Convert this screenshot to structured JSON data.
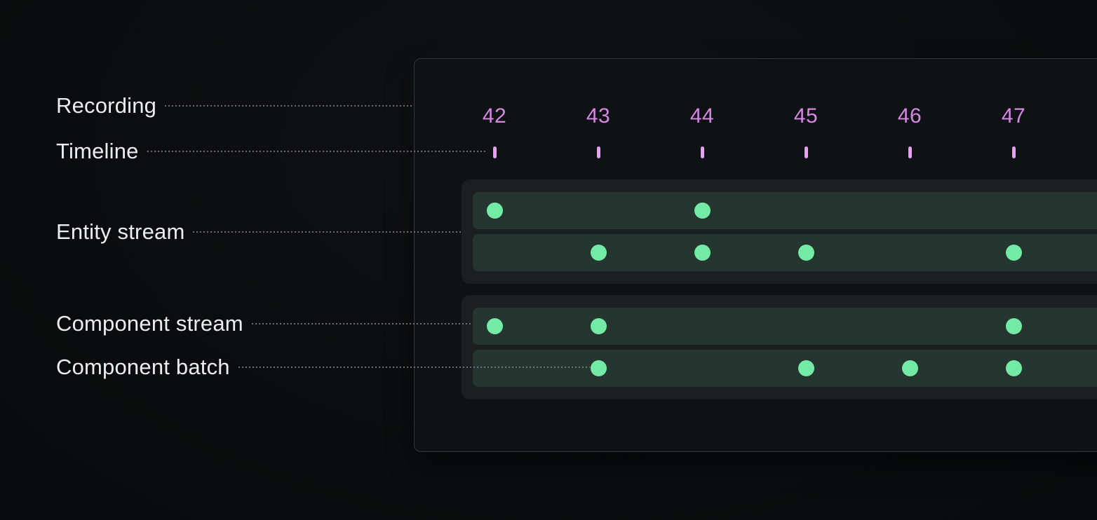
{
  "labels": {
    "recording": "Recording",
    "timeline": "Timeline",
    "entity_stream": "Entity stream",
    "component_stream": "Component stream",
    "component_batch": "Component batch"
  },
  "chart_data": {
    "type": "timeline-diagram",
    "timeline": {
      "ticks": [
        42,
        43,
        44,
        45,
        46,
        47
      ]
    },
    "entity_streams": [
      {
        "name": "entity-stream-1",
        "component_streams": [
          {
            "name": "component-stream-1",
            "batches_at": [
              42,
              44
            ]
          },
          {
            "name": "component-stream-2",
            "batches_at": [
              43,
              44,
              45,
              47
            ]
          }
        ]
      },
      {
        "name": "entity-stream-2",
        "component_streams": [
          {
            "name": "component-stream-1",
            "batches_at": [
              42,
              43,
              47
            ]
          },
          {
            "name": "component-stream-2",
            "batches_at": [
              43,
              45,
              46,
              47
            ]
          }
        ]
      }
    ]
  },
  "colors": {
    "background": "#0b0d0e",
    "panel_background": "#0f1214",
    "panel_border": "#31373b",
    "entity_group": "#1b1f22",
    "stream_bar": "#253630",
    "batch_dot": "#73eaa5",
    "timeline_number": "#d689e3",
    "timeline_tick": "#eb9df3",
    "label_text": "#eceeee",
    "leader_line": "#77797b"
  }
}
